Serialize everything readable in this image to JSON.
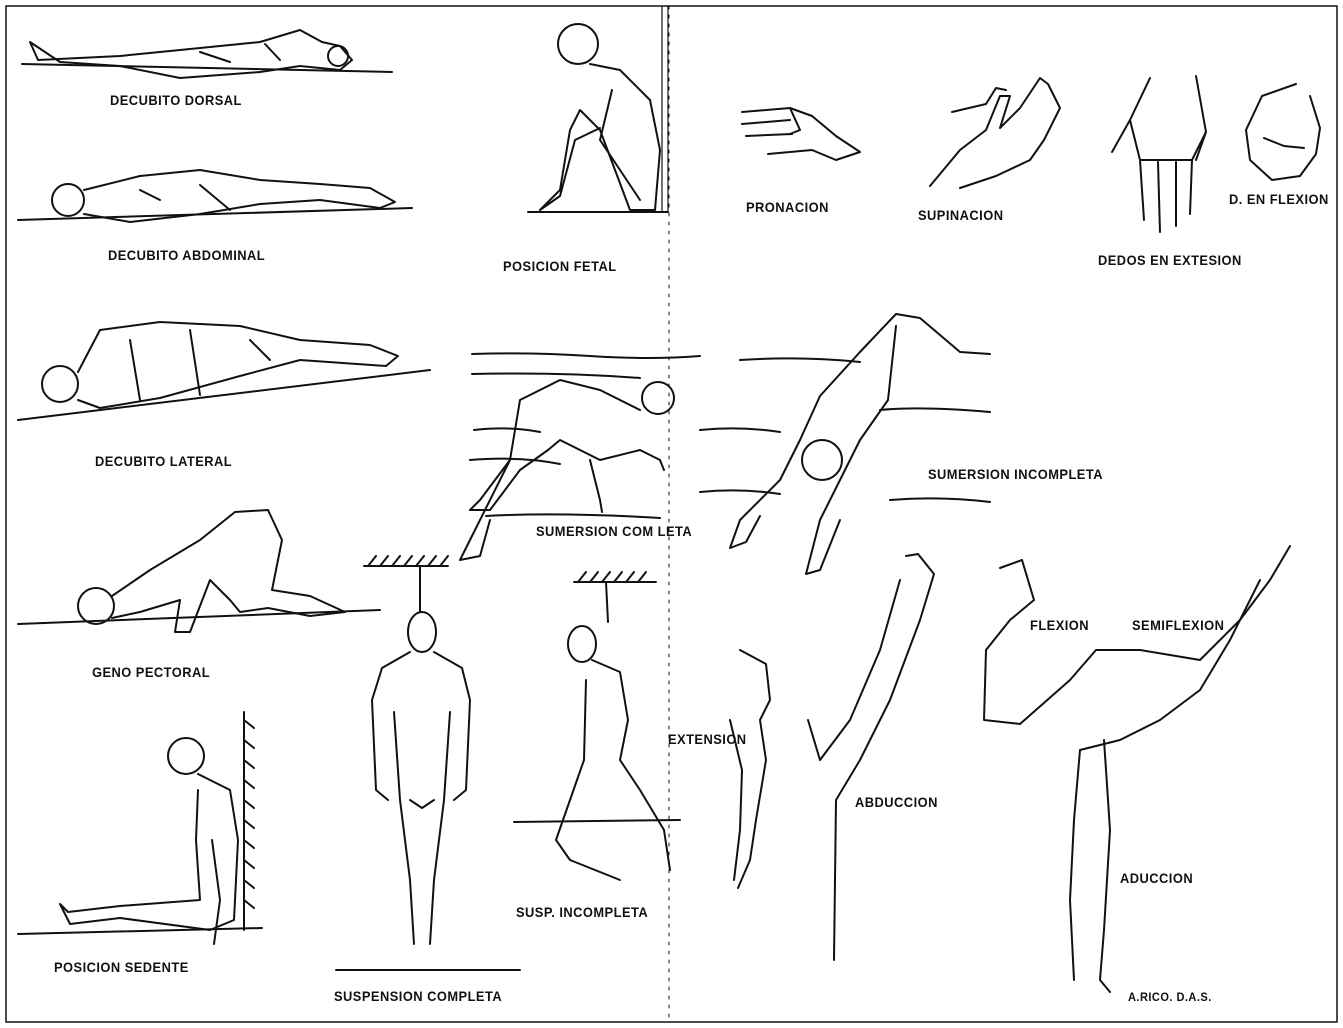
{
  "labels": {
    "decubito_dorsal": "DECUBITO  DORSAL",
    "decubito_abdominal": "DECUBITO  ABDOMINAL",
    "decubito_lateral": "DECUBITO  LATERAL",
    "geno_pectoral": "GENO  PECTORAL",
    "posicion_sedente": "POSICION  SEDENTE",
    "posicion_fetal": "POSICION  FETAL",
    "pronacion": "PRONACION",
    "supinacion": "SUPINACION",
    "dedos_en_extesion": "DEDOS EN  EXTESION",
    "d_en_flexion": "D. EN  FLEXION",
    "sumersion_completa": "SUMERSION  COM LETA",
    "sumersion_incompleta": "SUMERSION  INCOMPLETA",
    "suspension_completa": "SUSPENSION  COMPLETA",
    "susp_incompleta": "SUSP.  INCOMPLETA",
    "extension": "EXTENSION",
    "abduccion": "ABDUCCION",
    "aduccion": "ADUCCION",
    "flexion": "FLEXION",
    "semiflexion": "SEMIFLEXION",
    "signature": "A.RICO. D.A.S."
  },
  "colors": {
    "ink": "#111111",
    "paper": "#ffffff"
  }
}
